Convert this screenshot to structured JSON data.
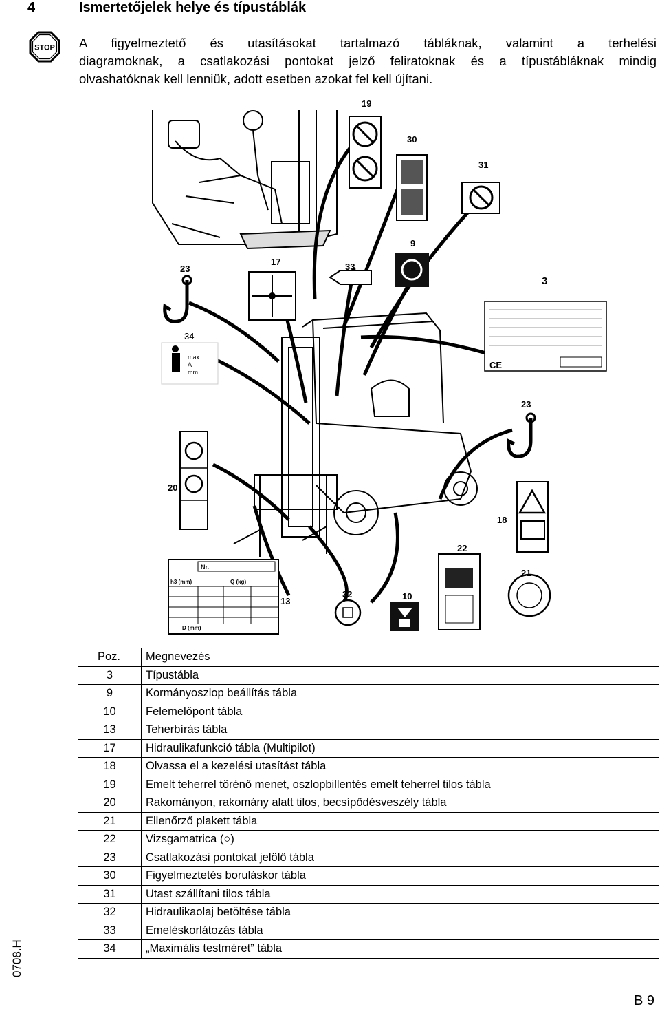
{
  "section": {
    "number": "4",
    "title": "Ismertetőjelek helye és típustáblák"
  },
  "warning": {
    "icon": "stop-icon",
    "icon_text": "STOP",
    "lines": [
      "A figyelmeztető és utasításokat tartalmazó tábláknak, valamint a terhelési",
      "diagramoknak, a csatlakozási pontokat jelző feliratoknak és a típustábláknak mindig",
      "olvashatóknak kell lenniük, adott esetben azokat fel kell újítani."
    ]
  },
  "figure": {
    "callouts": [
      "19",
      "30",
      "31",
      "9",
      "23",
      "17",
      "33",
      "3",
      "34",
      "23",
      "20",
      "18",
      "22",
      "21",
      "13",
      "32",
      "10"
    ],
    "sign34": {
      "line1": "max.",
      "line2": "A",
      "line3": "mm"
    },
    "plate13": {
      "nr": "Nr.",
      "h3": "h3 (mm)",
      "q": "Q (kg)",
      "d": "D (mm)"
    }
  },
  "table": {
    "headers": {
      "pos": "Poz.",
      "name": "Megnevezés"
    },
    "rows": [
      {
        "pos": "3",
        "name": "Típustábla"
      },
      {
        "pos": "9",
        "name": "Kormányoszlop beállítás tábla"
      },
      {
        "pos": "10",
        "name": "Felemelőpont tábla"
      },
      {
        "pos": "13",
        "name": "Teherbírás tábla"
      },
      {
        "pos": "17",
        "name": "Hidraulikafunkció tábla (Multipilot)"
      },
      {
        "pos": "18",
        "name": "Olvassa el a kezelési utasítást tábla"
      },
      {
        "pos": "19",
        "name": "Emelt teherrel törénő menet, oszlopbillentés emelt teherrel tilos tábla"
      },
      {
        "pos": "20",
        "name": "Rakományon, rakomány alatt tilos, becsípődésveszély tábla"
      },
      {
        "pos": "21",
        "name": "Ellenőrző plakett tábla"
      },
      {
        "pos": "22",
        "name": "Vizsgamatrica (○)"
      },
      {
        "pos": "23",
        "name": "Csatlakozási pontokat jelölő tábla"
      },
      {
        "pos": "30",
        "name": "Figyelmeztetés boruláskor tábla"
      },
      {
        "pos": "31",
        "name": "Utast szállítani tilos tábla"
      },
      {
        "pos": "32",
        "name": "Hidraulikaolaj betöltése tábla"
      },
      {
        "pos": "33",
        "name": "Emeléskorlátozás tábla"
      },
      {
        "pos": "34",
        "name": "„Maximális testméret” tábla"
      }
    ]
  },
  "footer": {
    "side_code": "0708.H",
    "page": "B 9"
  }
}
